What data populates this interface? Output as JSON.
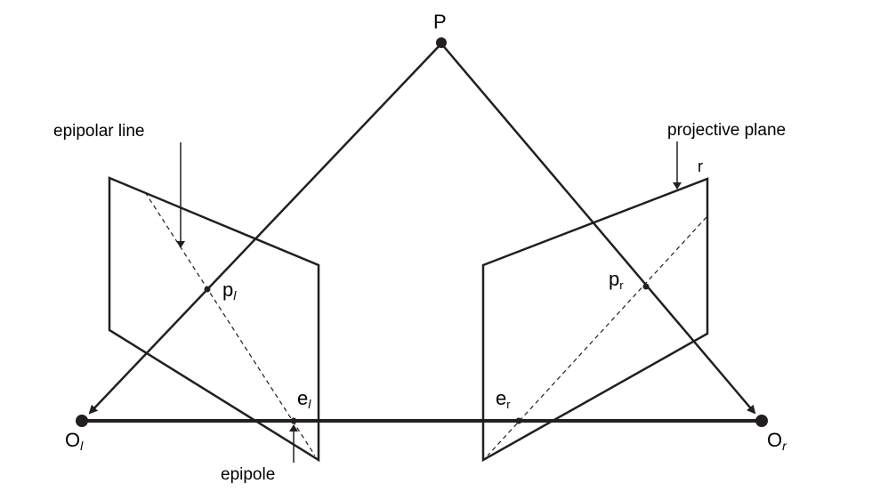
{
  "labels": {
    "P": "P",
    "O_left": "O",
    "O_left_sub": "l",
    "O_right": "O",
    "O_right_sub": "r",
    "p_left": "p",
    "p_left_sub": "l",
    "p_right": "p",
    "p_right_sub": "r",
    "e_left": "e",
    "e_left_sub": "l",
    "e_right": "e",
    "e_right_sub": "r",
    "r_plane": "r"
  },
  "callouts": {
    "epipolar_line": "epipolar line",
    "projective_plane": "projective plane",
    "epipole": "epipole"
  },
  "colors": {
    "stroke": "#231f20",
    "text": "#000000",
    "background": "#ffffff"
  }
}
